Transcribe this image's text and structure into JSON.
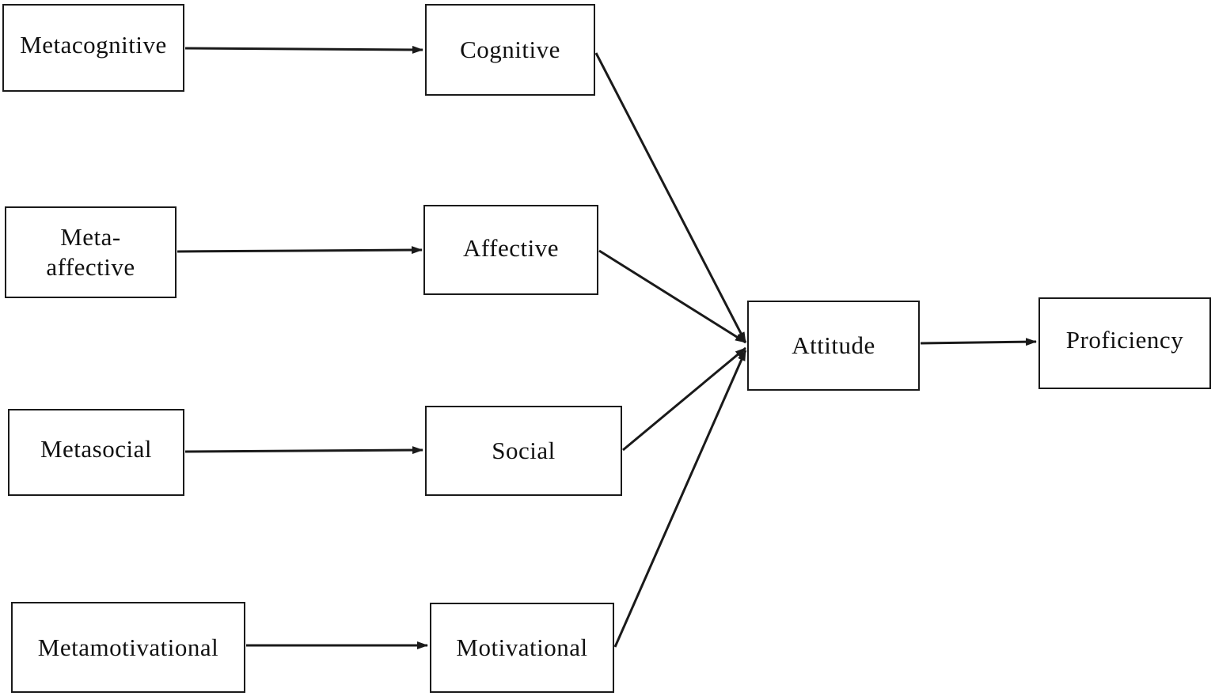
{
  "diagram": {
    "nodes": {
      "metacognitive": {
        "label": "Metacognitive"
      },
      "metaaffective": {
        "label_line1": "Meta-",
        "label_line2": "affective"
      },
      "metasocial": {
        "label": "Metasocial"
      },
      "metamotivational": {
        "label": "Metamotivational"
      },
      "cognitive": {
        "label": "Cognitive"
      },
      "affective": {
        "label": "Affective"
      },
      "social": {
        "label": "Social"
      },
      "motivational": {
        "label": "Motivational"
      },
      "attitude": {
        "label": "Attitude"
      },
      "proficiency": {
        "label": "Proficiency"
      }
    },
    "edges": [
      {
        "from": "Metacognitive",
        "to": "Cognitive"
      },
      {
        "from": "Meta-affective",
        "to": "Affective"
      },
      {
        "from": "Metasocial",
        "to": "Social"
      },
      {
        "from": "Metamotivational",
        "to": "Motivational"
      },
      {
        "from": "Cognitive",
        "to": "Attitude"
      },
      {
        "from": "Affective",
        "to": "Attitude"
      },
      {
        "from": "Social",
        "to": "Attitude"
      },
      {
        "from": "Motivational",
        "to": "Attitude"
      },
      {
        "from": "Attitude",
        "to": "Proficiency"
      }
    ],
    "colors": {
      "stroke": "#1a1a1a",
      "background": "#ffffff"
    }
  }
}
